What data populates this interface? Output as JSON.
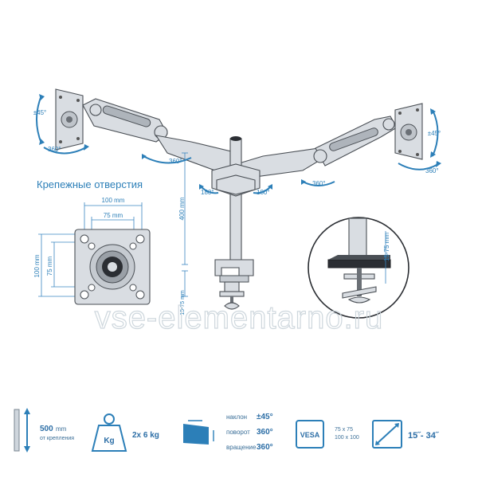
{
  "diagram": {
    "rotation_labels": {
      "tilt_left": "±45°",
      "swivel_left": "360°",
      "arm_left": "360°",
      "joint_left": "180°",
      "joint_right": "180°",
      "arm_right": "360°",
      "tilt_right": "±45°",
      "swivel_right": "360°"
    },
    "dimension_labels": {
      "height": "400 mm",
      "clamp": "15-75 mm",
      "clamp_detail": "15-75 mm"
    },
    "vesa_plate": {
      "title": "Крепежные отверстия",
      "outer_width": "100 mm",
      "inner_width": "75 mm",
      "outer_height": "100 mm",
      "inner_height": "75 mm"
    },
    "watermark": "vse-elementarno.ru"
  },
  "specs": {
    "reach_value": "500",
    "reach_unit": "mm",
    "reach_caption": "от крепления",
    "weight_icon_label": "Kg",
    "weight_value": "2x 6 kg",
    "tilt_label": "наклон",
    "tilt_value": "±45°",
    "swivel_label": "поворот",
    "swivel_value": "360°",
    "rotate_label": "вращение",
    "rotate_value": "360°",
    "vesa_icon_label": "VESA",
    "vesa_line1": "75 x 75",
    "vesa_line2": "100 x 100",
    "screen_size": "15˝- 34˝"
  },
  "colors": {
    "accent": "#2c7fb8",
    "metal": "#d9dde2",
    "outline": "#4a4f55"
  }
}
